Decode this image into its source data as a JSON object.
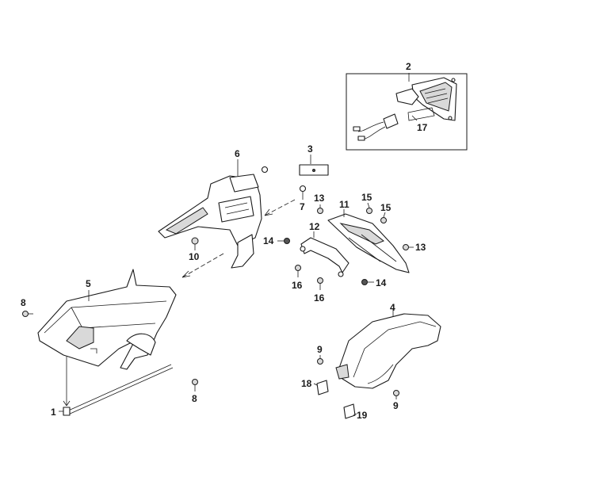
{
  "callouts": {
    "c1": "1",
    "c2": "2",
    "c3": "3",
    "c4": "4",
    "c5": "5",
    "c6": "6",
    "c7": "7",
    "c8a": "8",
    "c8b": "8",
    "c9a": "9",
    "c9b": "9",
    "c10": "10",
    "c11": "11",
    "c12": "12",
    "c13a": "13",
    "c13b": "13",
    "c14a": "14",
    "c14b": "14",
    "c15a": "15",
    "c15b": "15",
    "c16a": "16",
    "c16b": "16",
    "c17": "17",
    "c18": "18",
    "c19": "19"
  }
}
